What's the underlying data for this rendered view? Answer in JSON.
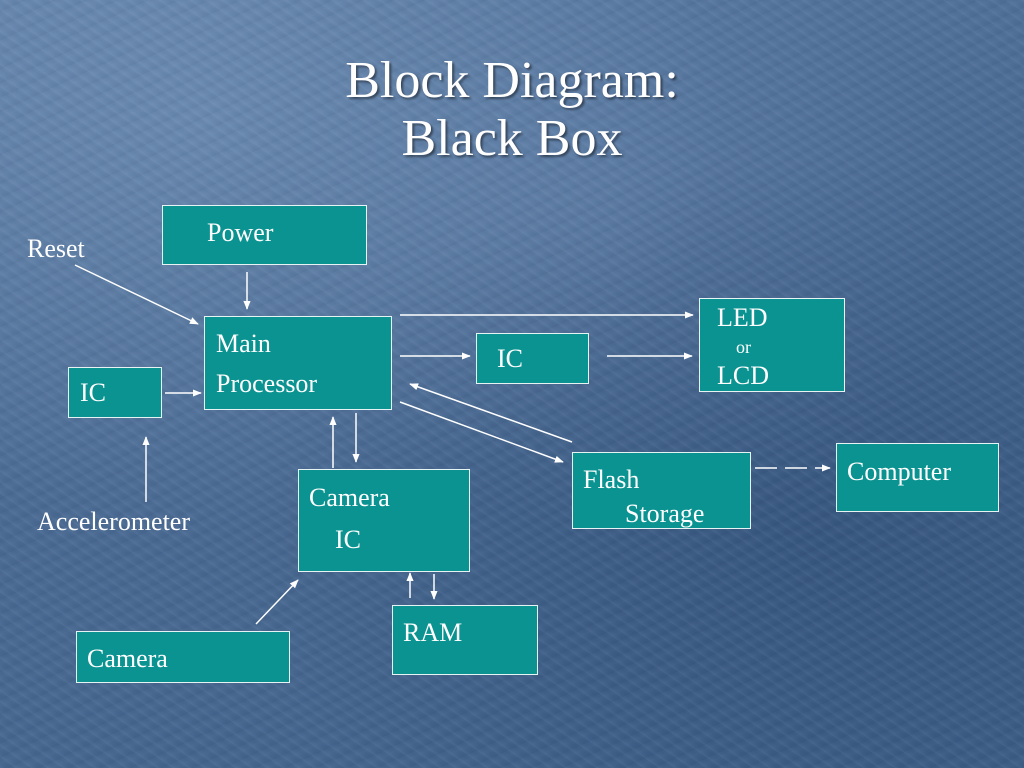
{
  "title": {
    "line1": "Block Diagram:",
    "line2": "Black Box"
  },
  "colors": {
    "box_fill": "#0b9391",
    "box_border": "#e8f4f4",
    "text": "#ffffff",
    "background": "#4b6b94"
  },
  "labels": {
    "reset": "Reset",
    "accelerometer": "Accelerometer"
  },
  "blocks": {
    "power": "Power",
    "main_processor_line1": "Main",
    "main_processor_line2": "Processor",
    "ic_left": "IC",
    "ic_middle": "IC",
    "led": "LED",
    "or": "or",
    "lcd": "LCD",
    "flash_line1": "Flash",
    "flash_line2": "Storage",
    "computer": "Computer",
    "camera_ic_line1": "Camera",
    "camera_ic_line2": "IC",
    "ram": "RAM",
    "camera": "Camera"
  }
}
